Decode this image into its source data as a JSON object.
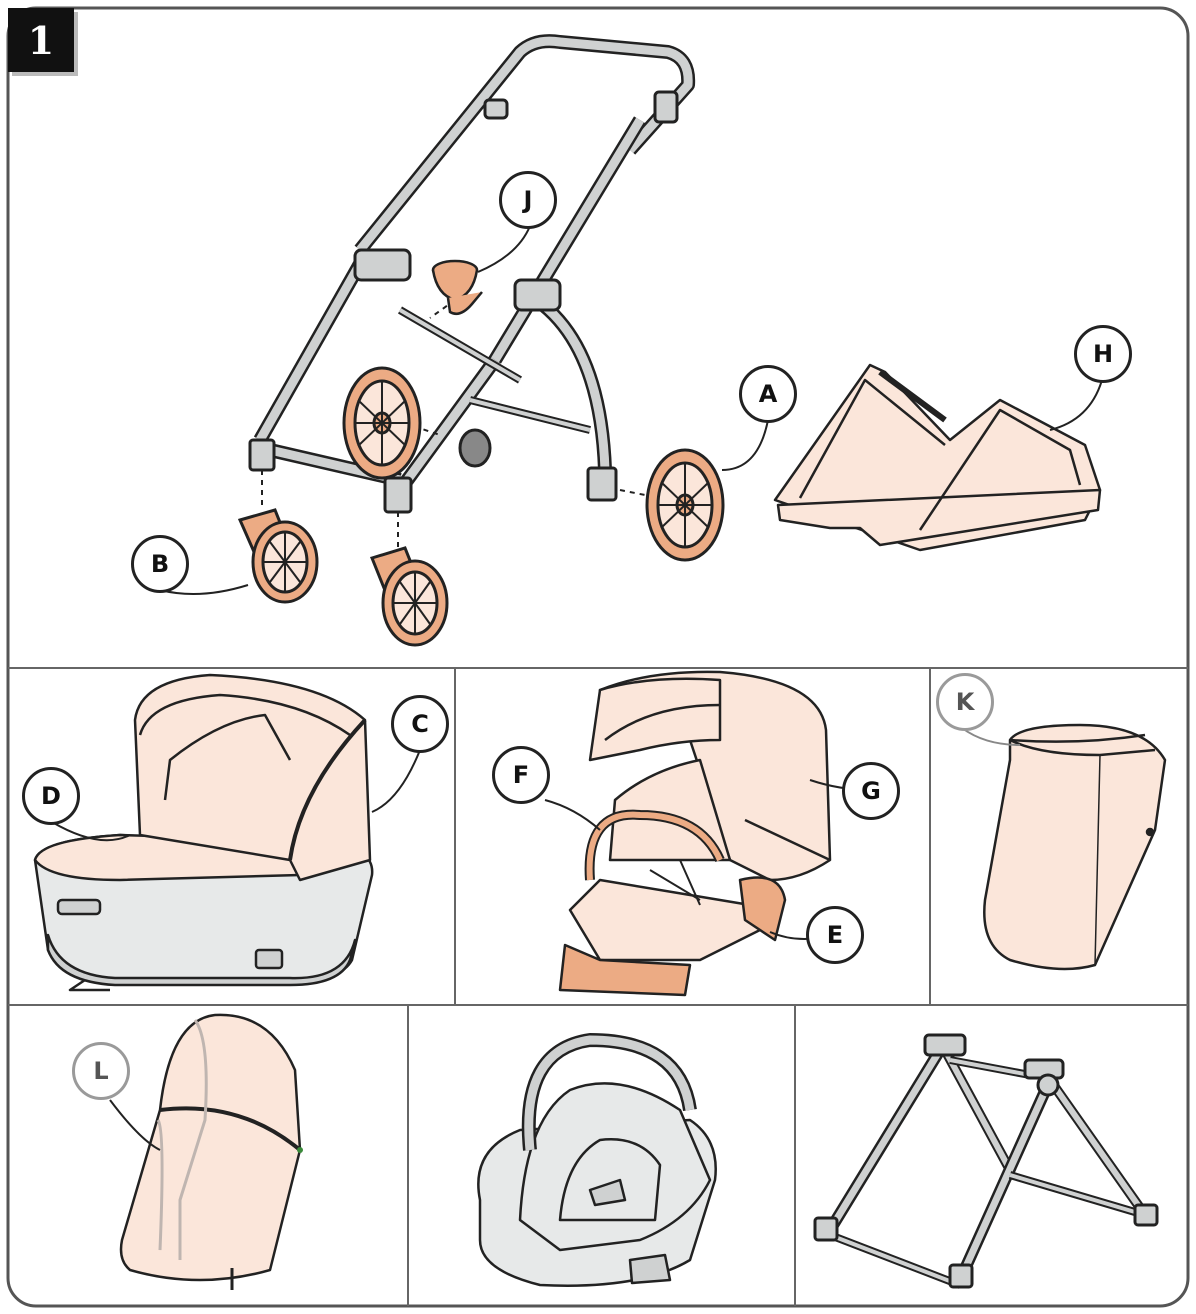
{
  "step_number": "1",
  "callouts": {
    "a": "A",
    "b": "B",
    "c": "C",
    "d": "D",
    "e": "E",
    "f": "F",
    "g": "G",
    "h": "H",
    "j": "J",
    "k": "K",
    "l": "L"
  },
  "colors": {
    "accent": "#ecab84",
    "fabric": "#fbe6da",
    "frame_gray": "#cfd1d1",
    "outline": "#222222"
  }
}
